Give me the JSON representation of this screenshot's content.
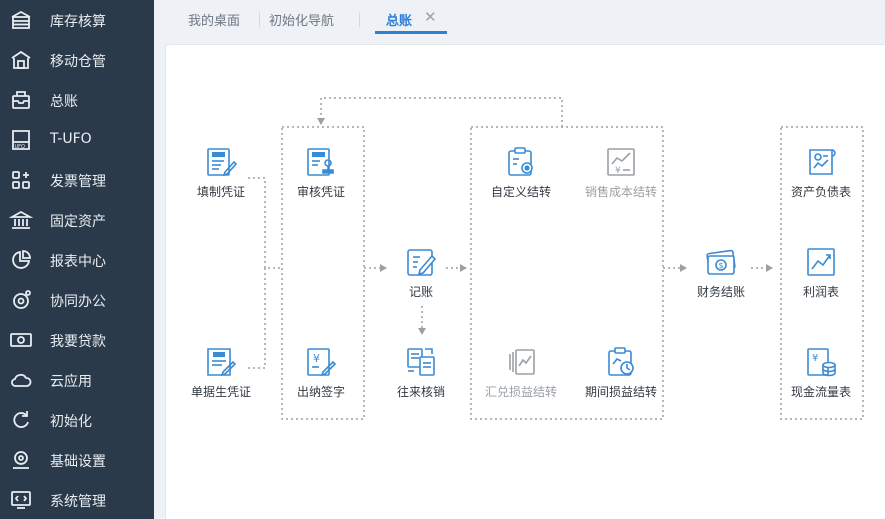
{
  "sidebar": {
    "items": [
      {
        "label": "库存核算",
        "icon": "inventory-icon"
      },
      {
        "label": "移动仓管",
        "icon": "mobile-warehouse-icon"
      },
      {
        "label": "总账",
        "icon": "ledger-icon"
      },
      {
        "label": "T-UFO",
        "icon": "ufo-icon"
      },
      {
        "label": "发票管理",
        "icon": "invoice-icon"
      },
      {
        "label": "固定资产",
        "icon": "fixed-asset-icon"
      },
      {
        "label": "报表中心",
        "icon": "report-icon"
      },
      {
        "label": "协同办公",
        "icon": "collaboration-icon"
      },
      {
        "label": "我要贷款",
        "icon": "loan-icon"
      },
      {
        "label": "云应用",
        "icon": "cloud-icon"
      },
      {
        "label": "初始化",
        "icon": "initialize-icon"
      },
      {
        "label": "基础设置",
        "icon": "settings-icon"
      },
      {
        "label": "系统管理",
        "icon": "system-icon"
      }
    ]
  },
  "tabs": [
    {
      "label": "我的桌面"
    },
    {
      "label": "初始化导航"
    },
    {
      "label": "总账",
      "active": true,
      "close": "✕"
    }
  ],
  "flow": {
    "fill_voucher": {
      "label": "填制凭证",
      "icon": "voucher-edit-icon"
    },
    "review_voucher": {
      "label": "审核凭证",
      "icon": "voucher-review-icon"
    },
    "doc_voucher": {
      "label": "单据生凭证",
      "icon": "document-voucher-icon"
    },
    "cashier_sign": {
      "label": "出纳签字",
      "icon": "cashier-sign-icon"
    },
    "post": {
      "label": "记账",
      "icon": "post-ledger-icon"
    },
    "reconcile": {
      "label": "往来核销",
      "icon": "reconcile-icon"
    },
    "custom_transfer": {
      "label": "自定义结转",
      "icon": "custom-transfer-icon"
    },
    "cost_transfer": {
      "label": "销售成本结转",
      "icon": "sales-cost-icon",
      "disabled": true
    },
    "fx_transfer": {
      "label": "汇兑损益结转",
      "icon": "exchange-gain-icon",
      "disabled": true
    },
    "period_transfer": {
      "label": "期间损益结转",
      "icon": "period-gain-icon"
    },
    "close": {
      "label": "财务结账",
      "icon": "financial-close-icon"
    },
    "balance": {
      "label": "资产负债表",
      "icon": "balance-sheet-icon"
    },
    "profit": {
      "label": "利润表",
      "icon": "profit-statement-icon"
    },
    "cashflow": {
      "label": "现金流量表",
      "icon": "cash-flow-icon"
    }
  },
  "colors": {
    "sidebar_bg": "#2b3a4a",
    "accent": "#2f7fd8",
    "icon_blue": "#3a8bd6",
    "disabled": "#9aa0a6"
  }
}
